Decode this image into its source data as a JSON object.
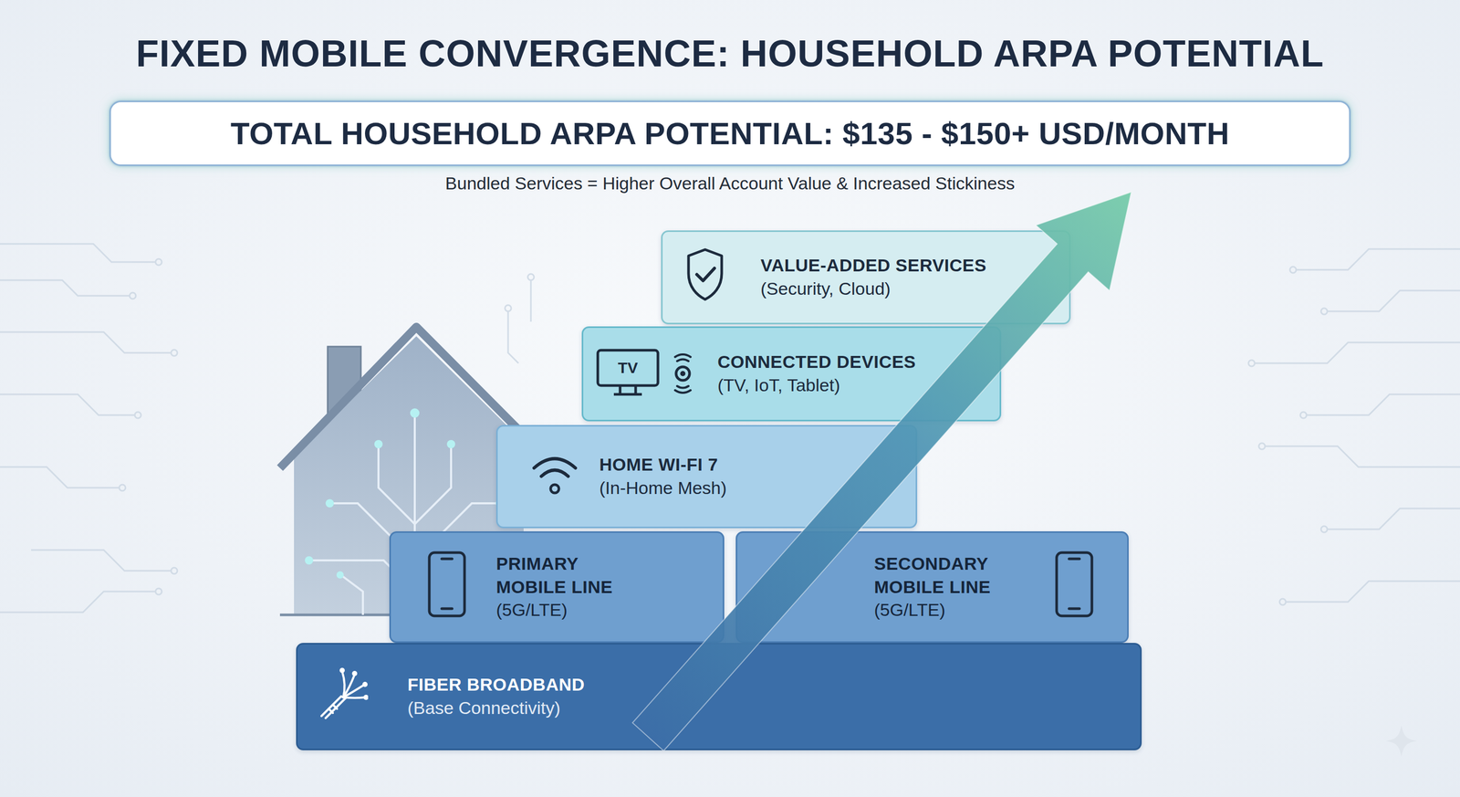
{
  "diagram": {
    "title": "FIXED MOBILE CONVERGENCE: HOUSEHOLD ARPA POTENTIAL",
    "nodes": [
      {
        "text": [
          "TOTAL HOUSEHOLD ARPA POTENTIAL: $135 - $150+ USD/MONTH"
        ]
      },
      {
        "text": [
          "VALUE-ADDED SERVICES",
          "(Security, Cloud)"
        ]
      },
      {
        "text": [
          "TV",
          "CONNECTED DEVICES",
          "(TV, IoT, Tablet)"
        ]
      },
      {
        "text": [
          "HOME WI-FI 7",
          "(In-Home Mesh)"
        ]
      },
      {
        "text": [
          "PRIMARY MOBILE LINE",
          "(5G/LTE)"
        ]
      },
      {
        "text": [
          "SECONDARY MOBILE LINE",
          "(5G/LTE)"
        ]
      },
      {
        "text": [
          "FIBER BROADBAND",
          "(Base Connectivity)"
        ]
      }
    ],
    "labels": [
      "Bundled Services = Higher Overall Account Value & Increased Stickiness"
    ]
  }
}
